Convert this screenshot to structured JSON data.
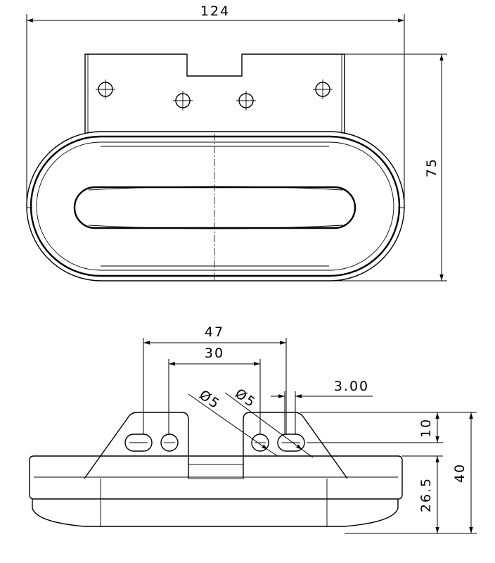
{
  "top_view": {
    "width_label": "124",
    "height_label": "75"
  },
  "side_view": {
    "dim_47": "47",
    "dim_30": "30",
    "dim_3": "3.00",
    "dia_left": "Ø5",
    "dia_right": "Ø5",
    "dim_10": "10",
    "dim_40": "40",
    "dim_26_5": "26.5"
  }
}
